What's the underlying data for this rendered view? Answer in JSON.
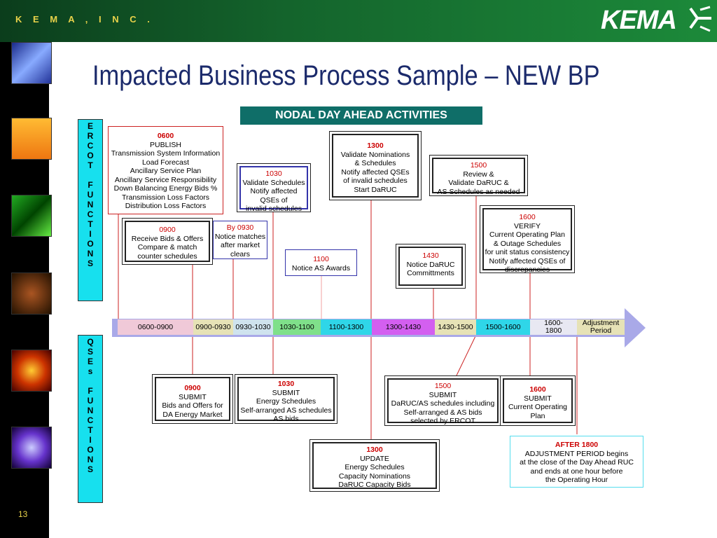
{
  "header": {
    "company": "K E M A , I N C .",
    "logo_text": "KEMA"
  },
  "slide_number": "13",
  "title": "Impacted Business Process Sample – NEW BP",
  "banner": "NODAL DAY AHEAD ACTIVITIES",
  "labels": {
    "ercot": "E\nR\nC\nO\nT\n\nF\nU\nN\nC\nT\nI\nO\nN\nS",
    "qses": "Q\nS\nE\ns\n\nF\nU\nN\nC\nT\nI\nO\nN\nS"
  },
  "ercot_boxes": {
    "b0600": {
      "time": "0600",
      "lines": [
        "PUBLISH",
        "Transmission System Information",
        "Load Forecast",
        "Ancillary Service Plan",
        "Ancillary Service Responsibility",
        "Down Balancing Energy Bids %",
        "Transmission Loss Factors",
        "Distribution Loss Factors"
      ]
    },
    "b1030": {
      "time": "1030",
      "lines": [
        "Validate Schedules",
        "Notify affected",
        "QSEs of",
        "invalid schedules"
      ]
    },
    "b1300": {
      "time": "1300",
      "lines": [
        "Validate Nominations",
        "& Schedules",
        "Notify affected QSEs",
        "of invalid schedules",
        "Start DaRUC"
      ]
    },
    "b1500": {
      "time": "1500",
      "lines": [
        "Review &",
        "Validate DaRUC &",
        "AS Schedules as needed"
      ]
    },
    "b0900": {
      "time": "0900",
      "lines": [
        "Receive Bids & Offers",
        "Compare & match",
        "counter schedules"
      ]
    },
    "b0930": {
      "time": "By 0930",
      "lines": [
        "Notice matches",
        "after market",
        "clears"
      ]
    },
    "b1100": {
      "time": "1100",
      "lines": [
        "Notice AS Awards"
      ]
    },
    "b1430": {
      "time": "1430",
      "lines": [
        "Notice DaRUC",
        "Committments"
      ]
    },
    "b1600": {
      "time": "1600",
      "lines": [
        "VERIFY",
        "Current Operating Plan",
        "& Outage Schedules",
        "for unit status consistency",
        "Notify affected QSEs of",
        "discrepancies"
      ]
    }
  },
  "timeline": {
    "segments": [
      "0600-0900",
      "0900-0930",
      "0930-1030",
      "1030-1100",
      "1100-1300",
      "1300-1430",
      "1430-1500",
      "1500-1600",
      "1600-\n1800",
      "Adjustment\nPeriod"
    ],
    "colors": [
      "#f0c9d8",
      "#e6e2b6",
      "#cfe3ee",
      "#7fe08a",
      "#2fd6e8",
      "#d35ff0",
      "#e6e2b6",
      "#2fd6e8",
      "#e8e8f2",
      "#e6e2b6"
    ]
  },
  "qse_boxes": {
    "q0900": {
      "time": "0900",
      "lines": [
        "SUBMIT",
        "Bids and Offers for",
        "DA Energy Market"
      ]
    },
    "q1030": {
      "time": "1030",
      "lines": [
        "SUBMIT",
        "Energy Schedules",
        "Self-arranged AS schedules",
        "AS bids"
      ]
    },
    "q1500": {
      "time": "1500",
      "lines": [
        "SUBMIT",
        "DaRUC/AS schedules including",
        "Self-arranged & AS bids",
        "selected by ERCOT"
      ]
    },
    "q1600": {
      "time": "1600",
      "lines": [
        "SUBMIT",
        "Current Operating",
        "Plan"
      ]
    },
    "q1300": {
      "time": "1300",
      "lines": [
        "UPDATE",
        "Energy Schedules",
        "Capacity Nominations",
        "DaRUC Capacity Bids"
      ]
    },
    "qafter": {
      "time": "AFTER 1800",
      "lines": [
        "ADJUSTMENT PERIOD begins",
        "at the close of the Day Ahead RUC",
        "and ends at one hour before",
        "the Operating Hour"
      ]
    }
  },
  "colors": {
    "accent_green": "#14642c",
    "title_blue": "#1b2a6b",
    "banner_teal": "#0f6e68",
    "label_cyan": "#17e0ee",
    "time_red": "#cc0000"
  }
}
